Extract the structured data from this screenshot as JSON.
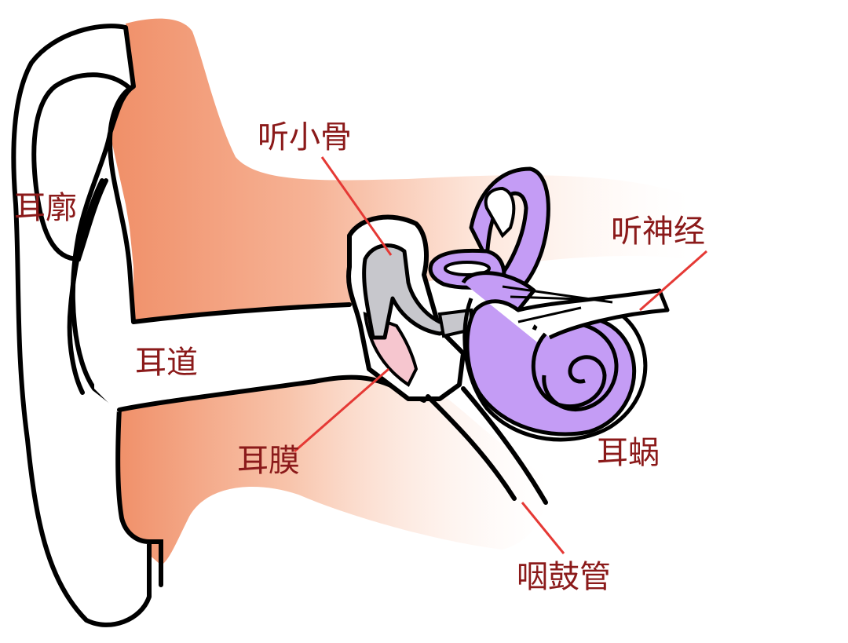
{
  "colors": {
    "skin": "#f3a27f",
    "skin_fade": "#fde6db",
    "outline": "#000000",
    "cochlea": "#c49cf5",
    "ossicle": "#c7c7cc",
    "eardrum": "#f6c6cf",
    "label": "#8b1a1a",
    "leader_line": "#e53935"
  },
  "labels": {
    "pinna": "耳廓",
    "ear_canal": "耳道",
    "ossicles": "听小骨",
    "auditory_nerve": "听神经",
    "eardrum": "耳膜",
    "cochlea": "耳蜗",
    "eustachian_tube": "咽鼓管"
  }
}
